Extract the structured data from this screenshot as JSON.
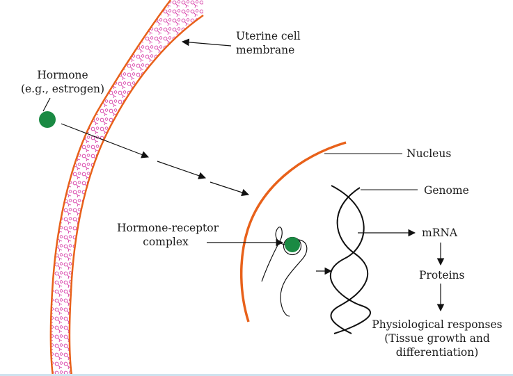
{
  "labels": {
    "membrane": [
      "Uterine cell",
      "membrane"
    ],
    "hormone": [
      "Hormone",
      "(e.g., estrogen)"
    ],
    "nucleus": "Nucleus",
    "genome": "Genome",
    "complex": [
      "Hormone-receptor",
      "complex"
    ],
    "mrna": "mRNA",
    "proteins": "Proteins",
    "responses": [
      "Physiological responses",
      "(Tissue growth and",
      "differentiation)"
    ]
  },
  "colors": {
    "membrane_edge": "#e8611a",
    "membrane_pattern": "#d63aa6",
    "hormone": "#1a8a43",
    "nucleus": "#e8611a",
    "line": "#111111"
  },
  "icons": {
    "hormone": "filled-circle",
    "receptor": "curled-strand",
    "genome": "double-helix"
  }
}
